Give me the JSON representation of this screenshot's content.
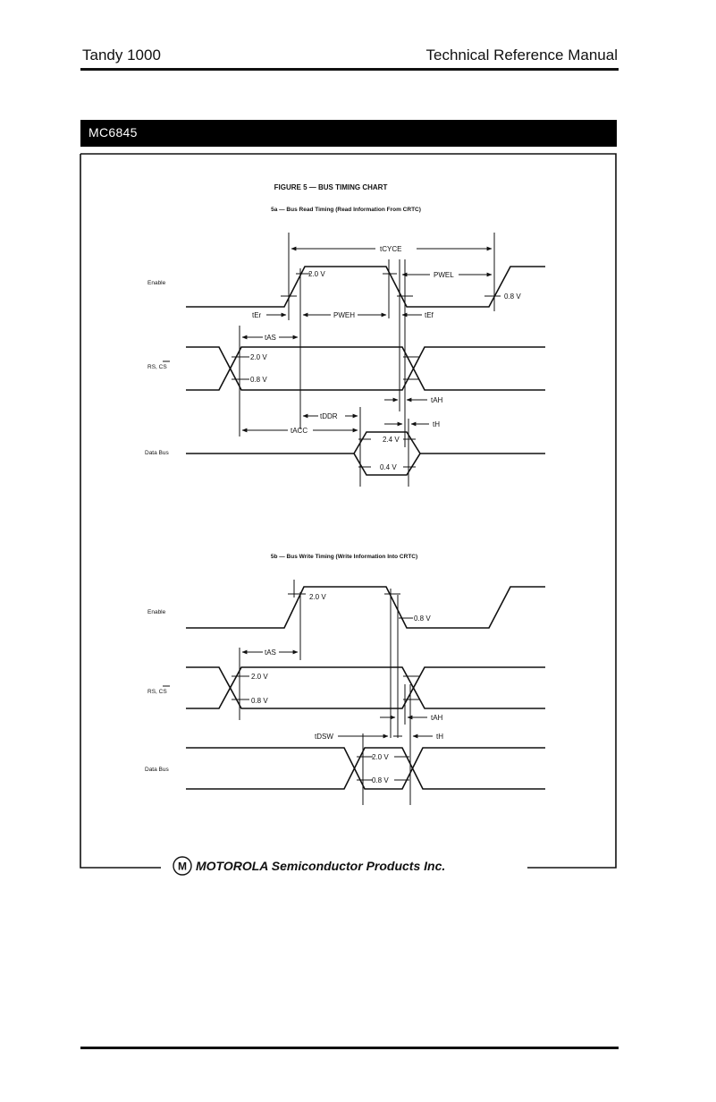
{
  "header": {
    "left": "Tandy 1000",
    "right": "Technical Reference Manual"
  },
  "section_band": {
    "label": "MC6845"
  },
  "figure": {
    "title": "FIGURE 5 — BUS TIMING CHART",
    "read": {
      "subtitle": "5a — Bus Read Timing (Read Information From CRTC)",
      "signals": {
        "enable": "Enable",
        "rs_cs": "RS, CS",
        "data_bus": "Data Bus"
      },
      "labels": {
        "tcyce": "tCYCE",
        "pweh": "PWEH",
        "pwel": "PWEL",
        "ter": "tEr",
        "tef": "tEf",
        "tas": "tAS",
        "tah": "tAH",
        "tddr": "tDDR",
        "tacc": "tACC",
        "th": "tH",
        "v20_en": "2.0 V",
        "v08_en": "0.8 V",
        "v20_rs": "2.0 V",
        "v08_rs": "0.8 V",
        "v24_db": "2.4 V",
        "v04_db": "0.4 V"
      }
    },
    "write": {
      "subtitle": "5b — Bus Write Timing (Write Information Into CRTC)",
      "signals": {
        "enable": "Enable",
        "rs_cs": "RS, CS",
        "data_bus": "Data Bus"
      },
      "labels": {
        "tas": "tAS",
        "tah": "tAH",
        "tdsw": "tDSW",
        "th": "tH",
        "v20_en": "2.0 V",
        "v08_en": "0.8 V",
        "v20_rs": "2.0 V",
        "v08_rs": "0.8 V",
        "v20_db": "2.0 V",
        "v08_db": "0.8 V"
      }
    }
  },
  "footer": {
    "brand": "MOTOROLA Semiconductor Products Inc.",
    "logo_letter": "M"
  }
}
